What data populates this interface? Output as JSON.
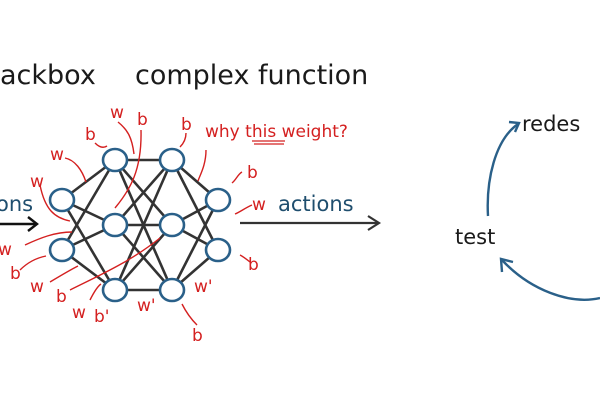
{
  "title": {
    "left": "ackbox",
    "right": "complex function"
  },
  "inputs_label": "ons",
  "outputs_label": "actions",
  "annotation": {
    "prefix": "why ",
    "emphasis": "this",
    "suffix": " weight?"
  },
  "red_labels": [
    "w",
    "b",
    "b",
    "b",
    "w",
    "w",
    "b",
    "w",
    "w",
    "b",
    "w",
    "b",
    "w",
    "b'",
    "w'",
    "w'",
    "b",
    "b"
  ],
  "cycle": {
    "top": "redes",
    "left": "test"
  },
  "colors": {
    "node": "#2a6089",
    "edge": "#333333",
    "annotation": "#d42020",
    "cycle": "#2a6089"
  }
}
